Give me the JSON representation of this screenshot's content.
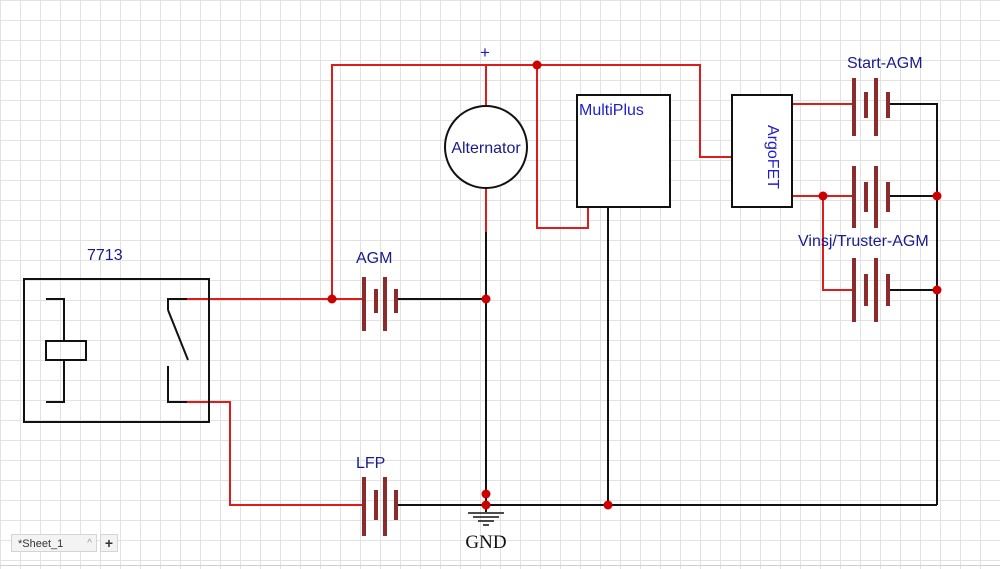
{
  "colors": {
    "positive_wire": "#dd1c1c",
    "ground_wire": "#111111",
    "battery": "#8b2b2b",
    "junction": "#cc0000",
    "label_text": "#1a1a8c",
    "box_text": "#1e1ecc"
  },
  "labels": {
    "relay": "7713",
    "agm": "AGM",
    "lfp": "LFP",
    "alternator": "Alternator",
    "multiplus": "MultiPlus",
    "argofet": "ArgoFET",
    "start_agm": "Start-AGM",
    "vinsj_agm": "Vinsj/Truster-AGM",
    "plus": "+",
    "gnd": "GND"
  },
  "icons": {
    "ground": "ground-symbol-icon",
    "battery": "battery-icon",
    "relay_switch": "switch-icon"
  },
  "sheet": {
    "tab_label": "*Sheet_1",
    "caret": "^",
    "add_label": "+"
  }
}
